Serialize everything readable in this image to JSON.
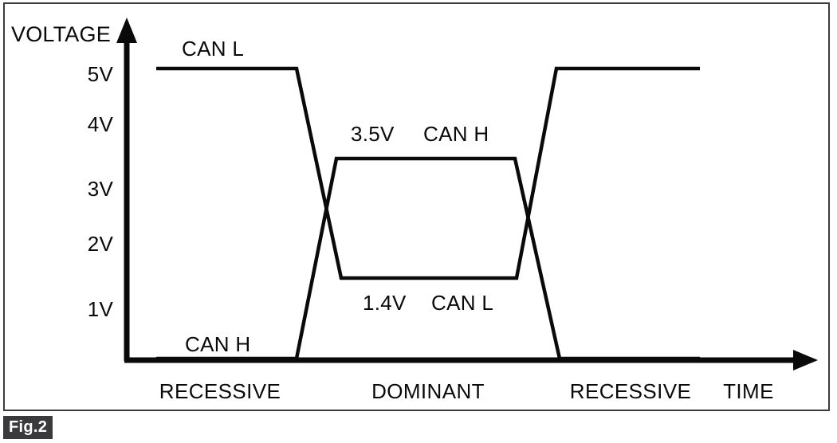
{
  "figure": {
    "badge_label": "Fig.2",
    "border_color": "#3b3b40",
    "background_color": "#ffffff",
    "line_color": "#0a0a0a",
    "badge_background": "#3a3a3c",
    "badge_text_color": "#ffffff"
  },
  "axes": {
    "y_axis_title": "VOLTAGE",
    "x_axis_title": "TIME",
    "y_ticks": [
      {
        "label": "5V",
        "value": 5
      },
      {
        "label": "4V",
        "value": 4
      },
      {
        "label": "3V",
        "value": 3
      },
      {
        "label": "2V",
        "value": 2
      },
      {
        "label": "1V",
        "value": 1
      }
    ],
    "x_regions": [
      {
        "label": "RECESSIVE"
      },
      {
        "label": "DOMINANT"
      },
      {
        "label": "RECESSIVE"
      }
    ]
  },
  "annotations": {
    "can_l_recessive_label": "CAN L",
    "can_h_recessive_label": "CAN H",
    "can_h_dominant_value": "3.5V",
    "can_h_dominant_label": "CAN H",
    "can_l_dominant_value": "1.4V",
    "can_l_dominant_label": "CAN L"
  },
  "chart_data": {
    "type": "line",
    "title": "",
    "xlabel": "TIME",
    "ylabel": "VOLTAGE",
    "ylim": [
      0,
      5.6
    ],
    "grid": false,
    "legend": "inline-annotations",
    "y_tick_values": [
      1,
      2,
      3,
      4,
      5
    ],
    "y_tick_labels": [
      "1V",
      "2V",
      "3V",
      "4V",
      "5V"
    ],
    "x_regions": [
      {
        "name": "RECESSIVE",
        "x_start": 0,
        "x_end": 3.2
      },
      {
        "name": "DOMINANT",
        "x_start": 3.2,
        "x_end": 6.8
      },
      {
        "name": "RECESSIVE",
        "x_start": 6.8,
        "x_end": 10
      }
    ],
    "series": [
      {
        "name": "CAN L",
        "points": [
          {
            "x": 0.5,
            "y": 5.0
          },
          {
            "x": 2.95,
            "y": 5.0
          },
          {
            "x": 3.55,
            "y": 1.4
          },
          {
            "x": 6.5,
            "y": 1.4
          },
          {
            "x": 7.1,
            "y": 5.0
          },
          {
            "x": 9.6,
            "y": 5.0
          }
        ],
        "levels": {
          "recessive": 5.0,
          "dominant": 1.4
        }
      },
      {
        "name": "CAN H",
        "points": [
          {
            "x": 0.5,
            "y": 0.0
          },
          {
            "x": 2.95,
            "y": 0.0
          },
          {
            "x": 3.45,
            "y": 3.5
          },
          {
            "x": 6.5,
            "y": 3.5
          },
          {
            "x": 7.05,
            "y": 0.0
          },
          {
            "x": 9.6,
            "y": 0.0
          }
        ],
        "levels": {
          "recessive": 0.0,
          "dominant": 3.5
        }
      }
    ],
    "annotations": [
      {
        "text": "CAN L",
        "series": "CAN L",
        "region": "RECESSIVE"
      },
      {
        "text": "CAN H",
        "series": "CAN H",
        "region": "RECESSIVE"
      },
      {
        "text": "3.5V",
        "series": "CAN H",
        "region": "DOMINANT"
      },
      {
        "text": "CAN H",
        "series": "CAN H",
        "region": "DOMINANT"
      },
      {
        "text": "1.4V",
        "series": "CAN L",
        "region": "DOMINANT"
      },
      {
        "text": "CAN L",
        "series": "CAN L",
        "region": "DOMINANT"
      }
    ]
  }
}
